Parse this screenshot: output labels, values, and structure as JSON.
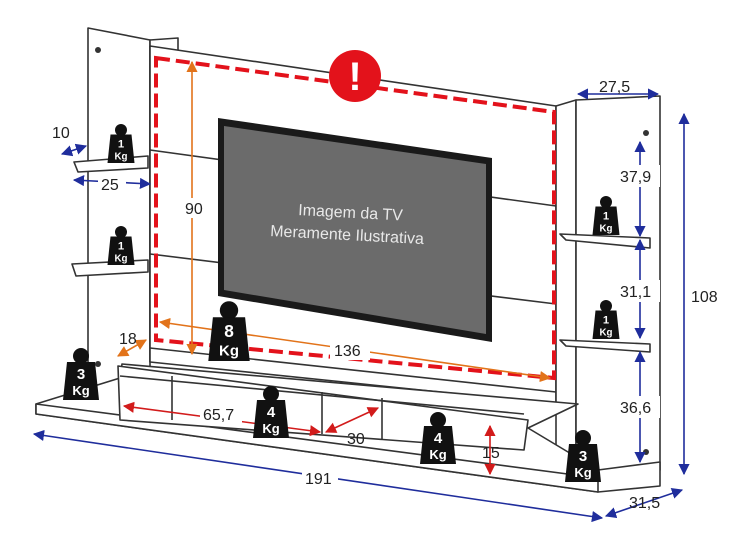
{
  "tv_caption": {
    "line1": "Imagem da TV",
    "line2": "Meramente Ilustrativa"
  },
  "warning_icon": {
    "symbol": "!",
    "name": "warning-icon",
    "color": "#e3121b"
  },
  "dimensions": {
    "shelf_depth": "10",
    "shelf_width": "25",
    "panel_height": "90",
    "panel_width": "136",
    "side_depth": "18",
    "niche_width": "65,7",
    "niche_depth": "30",
    "niche_height": "15",
    "total_width": "191",
    "base_depth": "31,5",
    "tower_depth": "27,5",
    "total_height": "108",
    "right_gap_top": "37,9",
    "right_gap_mid": "31,1",
    "right_gap_bottom": "36,6"
  },
  "weights": {
    "left_shelf_top": {
      "value": "1",
      "unit": "Kg"
    },
    "left_shelf_bottom": {
      "value": "1",
      "unit": "Kg"
    },
    "right_shelf_top": {
      "value": "1",
      "unit": "Kg"
    },
    "right_shelf_bottom": {
      "value": "1",
      "unit": "Kg"
    },
    "panel": {
      "value": "8",
      "unit": "Kg"
    },
    "left_base": {
      "value": "3",
      "unit": "Kg"
    },
    "niche_left": {
      "value": "4",
      "unit": "Kg"
    },
    "niche_right": {
      "value": "4",
      "unit": "Kg"
    },
    "right_base": {
      "value": "3",
      "unit": "Kg"
    }
  },
  "colors": {
    "outline": "#333333",
    "panel_border": "#e3121b",
    "dimension_blue": "#1f2d9c",
    "dimension_orange": "#e2731a",
    "dimension_red": "#d21b1b",
    "tv_screen": "#6b6b6b",
    "weight_icon": "#111111"
  }
}
